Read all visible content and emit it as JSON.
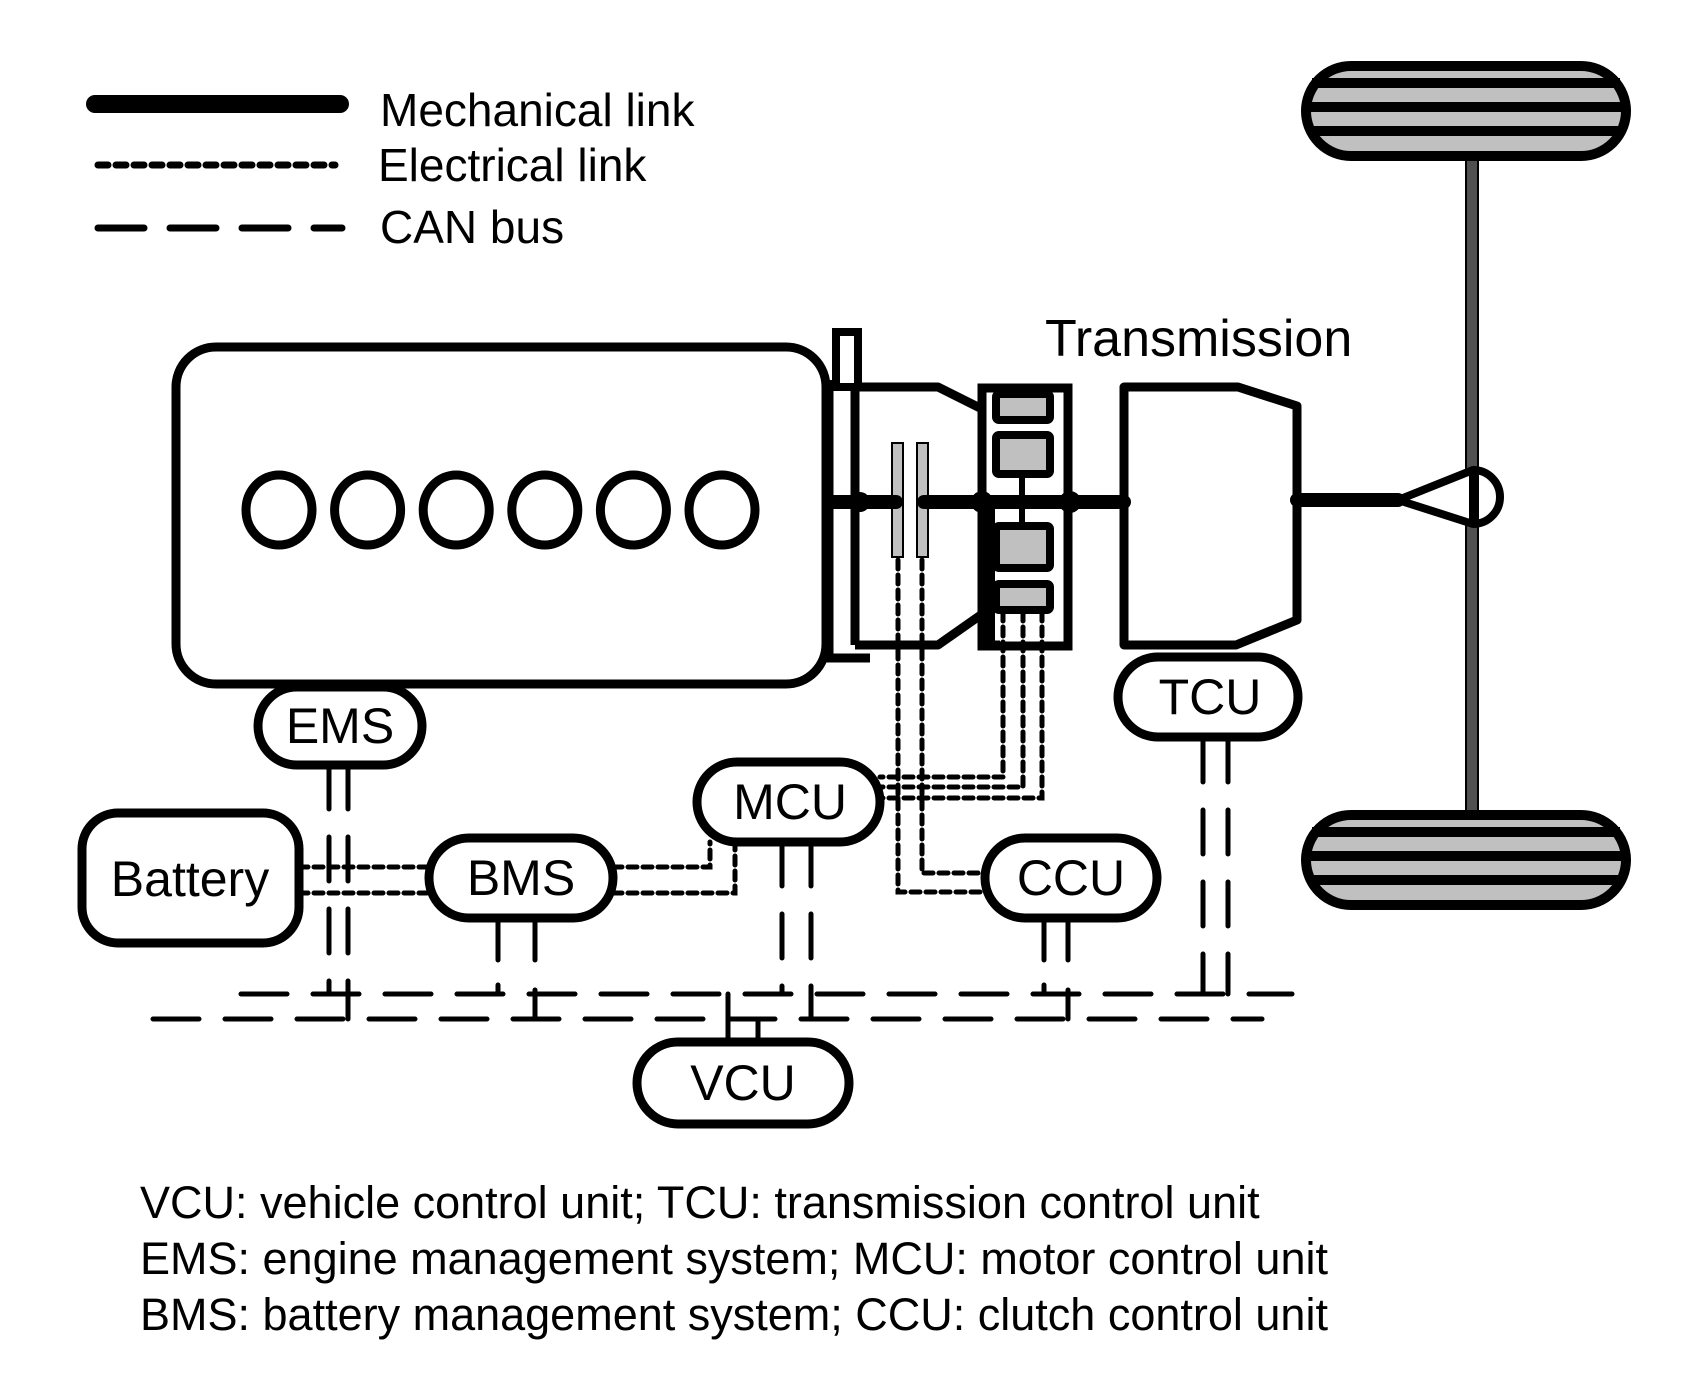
{
  "legend": {
    "items": [
      {
        "label": "Mechanical link",
        "style": "mechanical-line"
      },
      {
        "label": "Electrical link",
        "style": "dotted-line"
      },
      {
        "label": "CAN bus",
        "style": "dashed-line"
      }
    ]
  },
  "components": {
    "transmission_label": "Transmission",
    "engine_cylinders": 6
  },
  "nodes": {
    "ems": "EMS",
    "battery": "Battery",
    "bms": "BMS",
    "mcu": "MCU",
    "ccu": "CCU",
    "tcu": "TCU",
    "vcu": "VCU"
  },
  "connections": {
    "electrical": [
      [
        "Battery",
        "BMS"
      ],
      [
        "BMS",
        "MCU"
      ],
      [
        "MCU",
        "Motor"
      ],
      [
        "CCU",
        "Clutch"
      ]
    ],
    "can_bus": [
      "EMS",
      "BMS",
      "MCU",
      "CCU",
      "TCU",
      "VCU"
    ]
  },
  "footnote": {
    "lines": [
      "VCU: vehicle control unit; TCU: transmission control unit",
      "EMS: engine management system; MCU: motor control unit",
      "BMS: battery management system; CCU: clutch control unit"
    ]
  },
  "colors": {
    "line": "#000000",
    "fill_gray": "#c0c0c0",
    "axle_gray": "#505050",
    "background": "#ffffff"
  }
}
